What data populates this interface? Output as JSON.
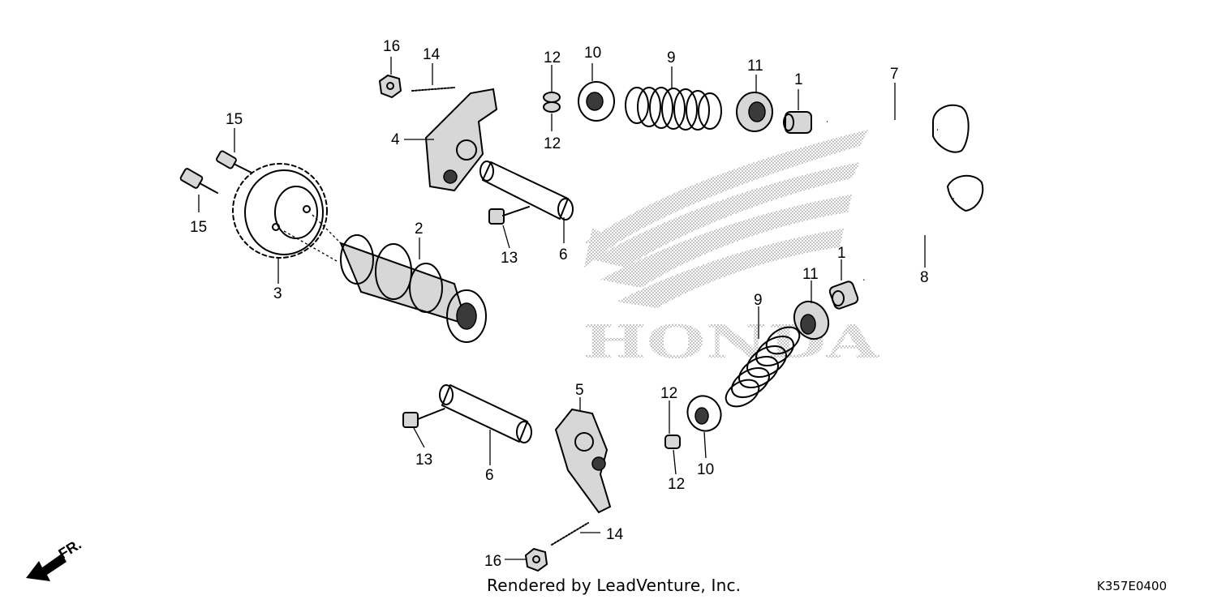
{
  "watermark": {
    "text": "HONDA"
  },
  "callouts": [
    "16",
    "14",
    "12",
    "10",
    "9",
    "11",
    "1",
    "7",
    "15",
    "4",
    "12",
    "15",
    "2",
    "13",
    "6",
    "3",
    "8",
    "1",
    "11",
    "9",
    "5",
    "12",
    "13",
    "6",
    "10",
    "12",
    "14",
    "16"
  ],
  "front_marker": {
    "label": "FR."
  },
  "footer": {
    "credit": "Rendered by LeadVenture, Inc.",
    "code": "K357E0400"
  }
}
